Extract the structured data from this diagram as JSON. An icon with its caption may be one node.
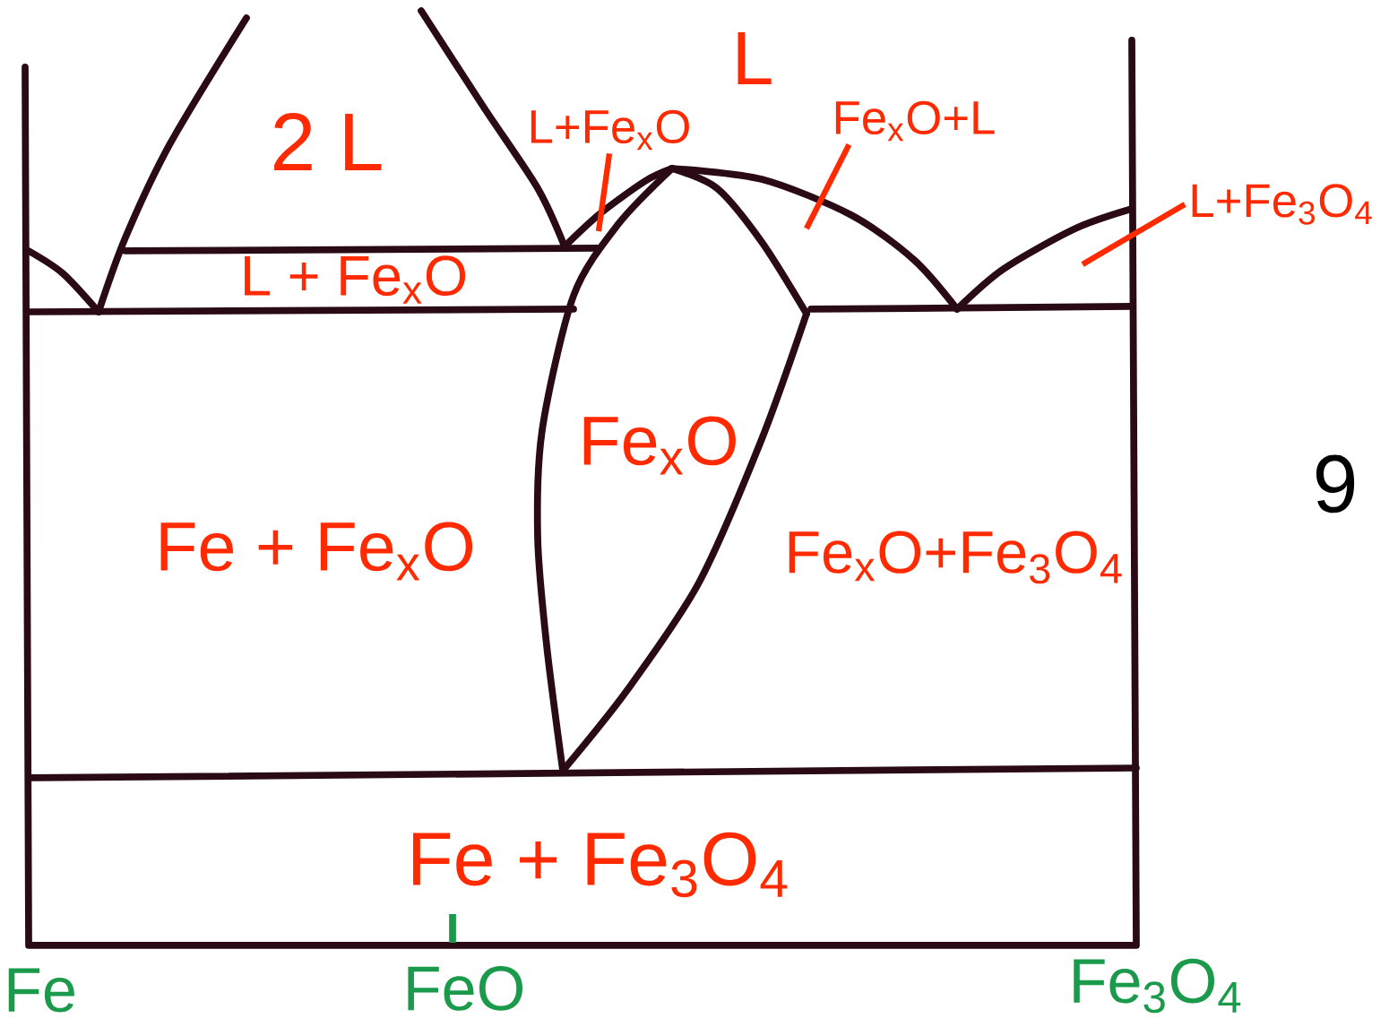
{
  "diagram": {
    "nodes": [
      {
        "text": [
          "L+Fe$_{x}$O"
        ]
      },
      {
        "text": [
          "Fe$_{x}$O+L"
        ]
      },
      {
        "text": [
          "L+Fe$_{3}$O$_{4}$"
        ]
      }
    ],
    "edges": [
      {
        "from": 0,
        "to": null,
        "arrow": "none"
      },
      {
        "from": 1,
        "to": null,
        "arrow": "none"
      },
      {
        "from": 2,
        "to": null,
        "arrow": "none"
      }
    ],
    "labels": [
      "L",
      "2 L",
      "L + Fe$_{x}$O",
      "Fe$_{x}$O",
      "Fe + Fe$_{x}$O",
      "Fe$_{x}$O+Fe$_{3}$O$_{4}$",
      "Fe + Fe$_{3}$O$_{4}$",
      "Fe",
      "FeO",
      "Fe$_{3}$O$_{4}$",
      "9"
    ]
  }
}
